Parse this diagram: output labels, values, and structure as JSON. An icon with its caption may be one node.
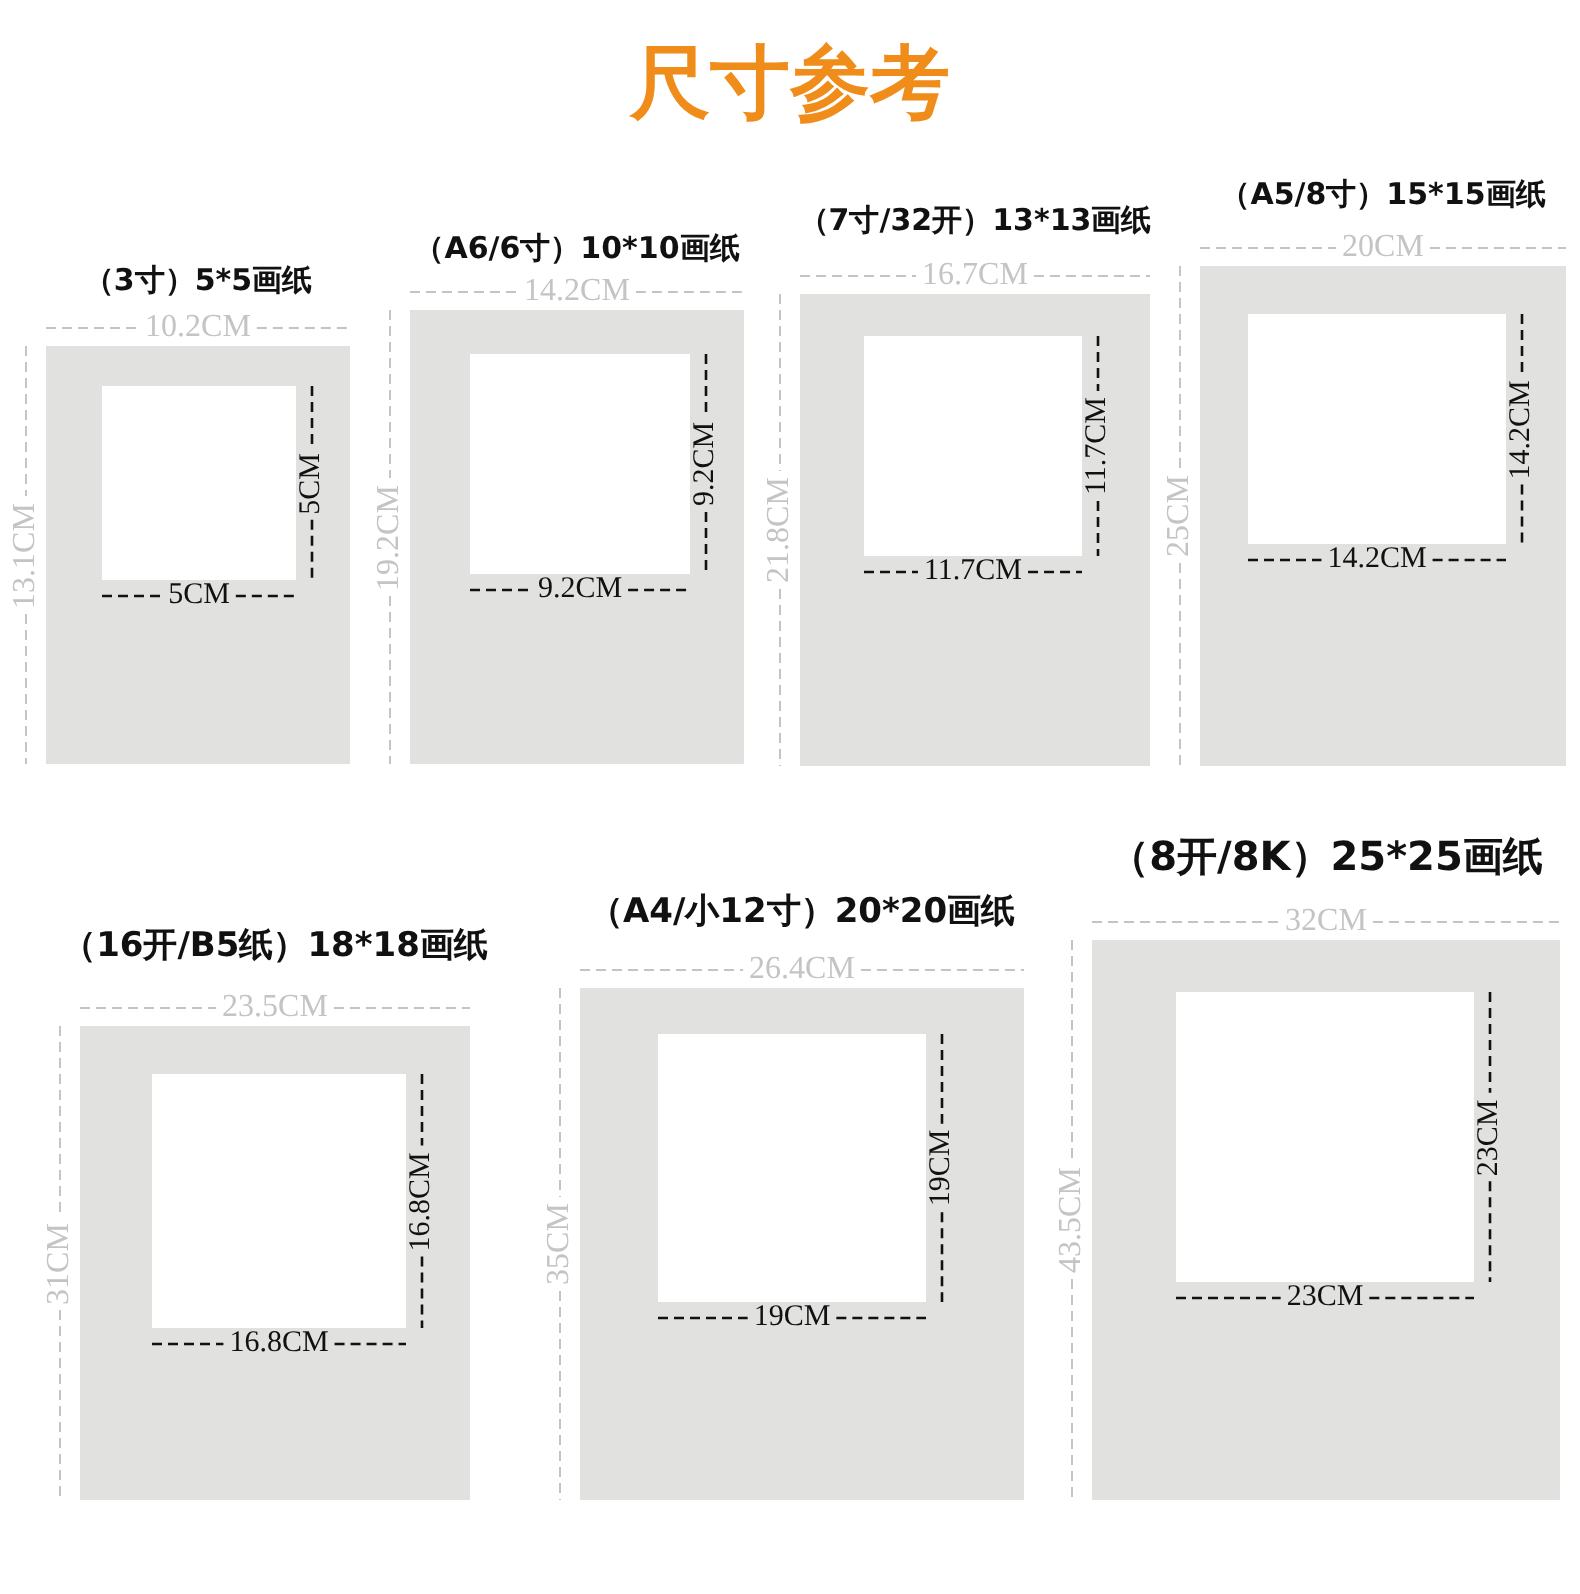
{
  "diagram": {
    "title": "尺寸参考",
    "nodes": [
      {
        "text": [
          "（3寸）5*5画纸"
        ]
      },
      {
        "text": [],
        "shape": "box",
        "in": 0
      },
      {
        "text": [
          "（A6/6寸）10*10画纸"
        ]
      },
      {
        "text": [],
        "shape": "box",
        "in": 2
      },
      {
        "text": [
          "（7寸/32开）13*13画纸"
        ]
      },
      {
        "text": [],
        "shape": "box",
        "in": 4
      },
      {
        "text": [
          "（A5/8寸）15*15画纸"
        ]
      },
      {
        "text": [],
        "shape": "box",
        "in": 6
      },
      {
        "text": [
          "（16开/B5纸）18*18画纸"
        ]
      },
      {
        "text": [],
        "shape": "box",
        "in": 8
      },
      {
        "text": [
          "（A4/小12寸）20*20画纸"
        ]
      },
      {
        "text": [],
        "shape": "box",
        "in": 10
      },
      {
        "text": [
          "（8开/8K）25*25画纸"
        ]
      },
      {
        "text": [],
        "shape": "box",
        "in": 12
      }
    ],
    "labels": [
      "10.2CM",
      "13.1CM",
      "5CM",
      "5CM",
      "14.2CM",
      "19.2CM",
      "9.2CM",
      "9.2CM",
      "16.7CM",
      "21.8CM",
      "11.7CM",
      "11.7CM",
      "20CM",
      "25CM",
      "14.2CM",
      "14.2CM",
      "23.5CM",
      "31CM",
      "16.8CM",
      "16.8CM",
      "26.4CM",
      "35CM",
      "19CM",
      "19CM",
      "32CM",
      "43.5CM",
      "23CM",
      "23CM"
    ]
  }
}
